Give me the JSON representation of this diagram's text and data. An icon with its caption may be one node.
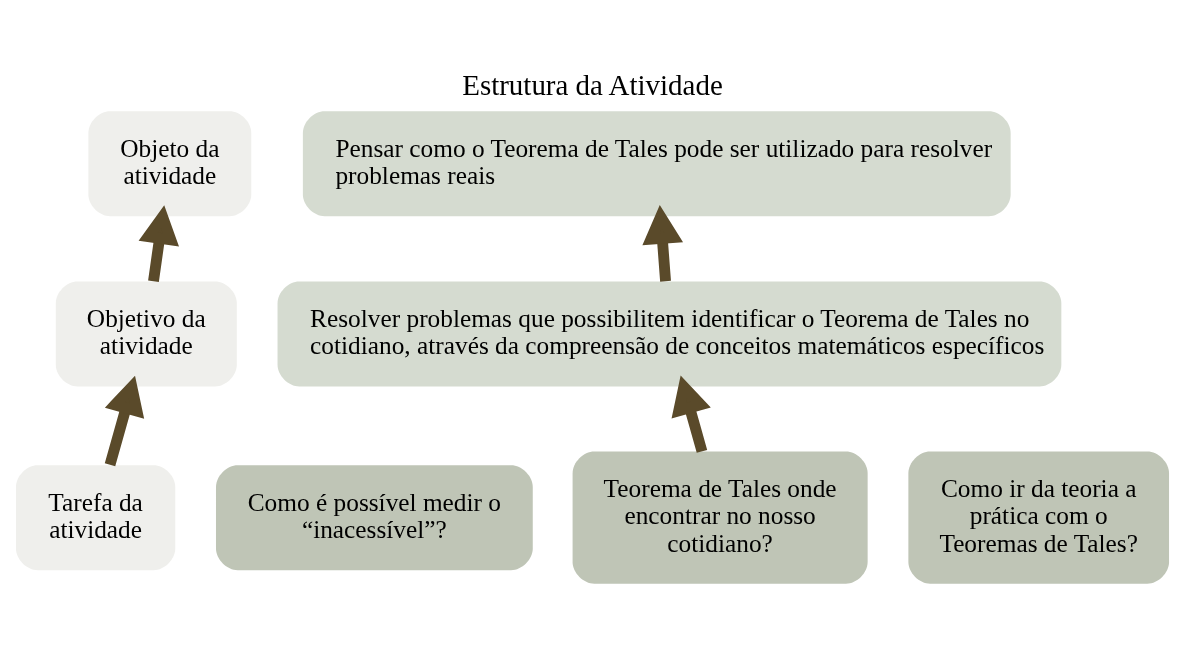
{
  "diagram": {
    "title": "Estrutura da Atividade",
    "nodes": [
      {
        "text": [
          "Objeto da atividade"
        ]
      },
      {
        "text": [
          "Pensar como o Teorema de Tales pode ser utilizado para resolver problemas reais"
        ]
      },
      {
        "text": [
          "Objetivo da atividade"
        ]
      },
      {
        "text": [
          "Resolver problemas que possibilitem identificar o Teorema de Tales no cotidiano, através da compreensão de conceitos matemáticos específicos"
        ]
      },
      {
        "text": [
          "Tarefa da atividade"
        ]
      },
      {
        "text": [
          "Como é possível medir o “inacessível”?"
        ]
      },
      {
        "text": [
          "Teorema de Tales onde encontrar no nosso cotidiano?"
        ]
      },
      {
        "text": [
          "Como ir da teoria a prática com o Teoremas de Tales?"
        ]
      }
    ],
    "edges": [
      {
        "from": 2,
        "to": 0,
        "arrow": "to"
      },
      {
        "from": 3,
        "to": 1,
        "arrow": "to"
      },
      {
        "from": 4,
        "to": 2,
        "arrow": "to"
      },
      {
        "from": 6,
        "to": 3,
        "arrow": "to"
      }
    ]
  }
}
